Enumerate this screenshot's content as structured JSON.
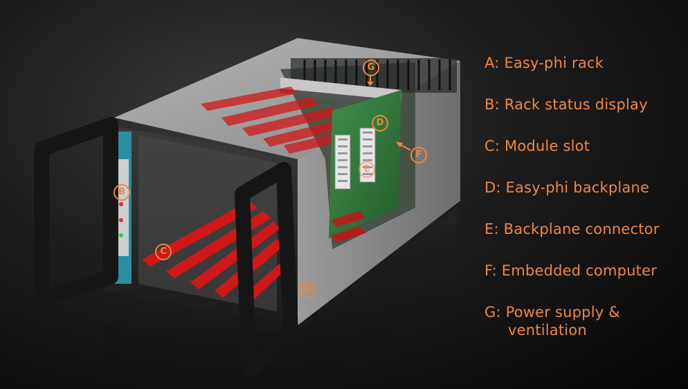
{
  "markers": {
    "A": "A",
    "B": "B",
    "C": "C",
    "D": "D",
    "E": "E",
    "F": "F",
    "G": "G"
  },
  "legend": {
    "a": "A: Easy-phi rack",
    "b": "B: Rack status display",
    "c": "C: Module slot",
    "d": "D: Easy-phi backplane",
    "e": "E: Backplane connector",
    "f": "F: Embedded computer",
    "g_line1": "G: Power supply &",
    "g_line2": "ventilation"
  },
  "colors": {
    "accent": "#f0883a",
    "module_red": "#d01818",
    "pcb_green": "#2f7a3a",
    "chassis_grey": "#9a9a9a"
  }
}
